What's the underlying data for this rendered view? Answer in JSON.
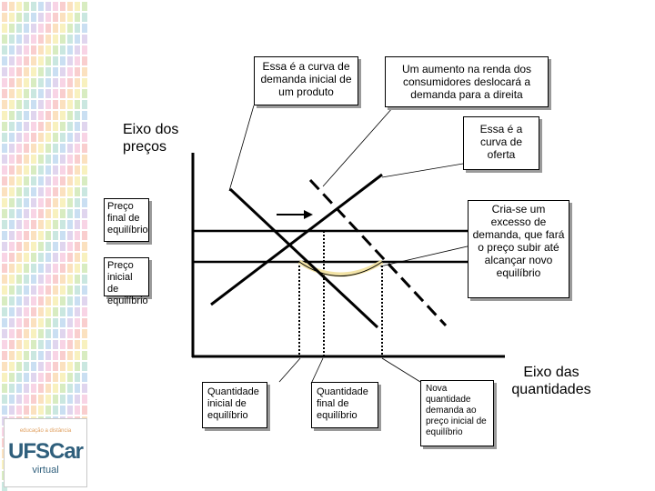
{
  "callouts": {
    "demanda_inicial": "Essa é a curva de demanda inicial de um produto",
    "aumento_renda": "Um aumento na renda dos consumidores deslocará a demanda para a direita",
    "oferta": "Essa é a curva de oferta",
    "excesso": "Cria-se um excesso de demanda, que fará o preço subir até alcançar novo equilíbrio",
    "preco_final": "Preço final de equilíbrio",
    "preco_inicial": "Preço inicial de equilíbrio",
    "qtd_inicial": "Quantidade inicial de equilíbrio",
    "qtd_final": "Quantidade final de equilíbrio",
    "nova_qtd": "Nova quantidade demanda ao preço inicial de equilíbrio"
  },
  "axes": {
    "y_label": "Eixo dos preços",
    "x_label": "Eixo das quantidades"
  },
  "logo": {
    "tagline": "educação a distância",
    "name": "UFSCar",
    "sub": "virtual"
  },
  "colors": {
    "stripes": [
      "#f4a6a6",
      "#f7c98a",
      "#f3e58a",
      "#b8dc8e",
      "#9fd3c7",
      "#9ec5e8",
      "#c7b3e0",
      "#f2b0d0"
    ],
    "surplus_arc": "#f2e3a6"
  }
}
